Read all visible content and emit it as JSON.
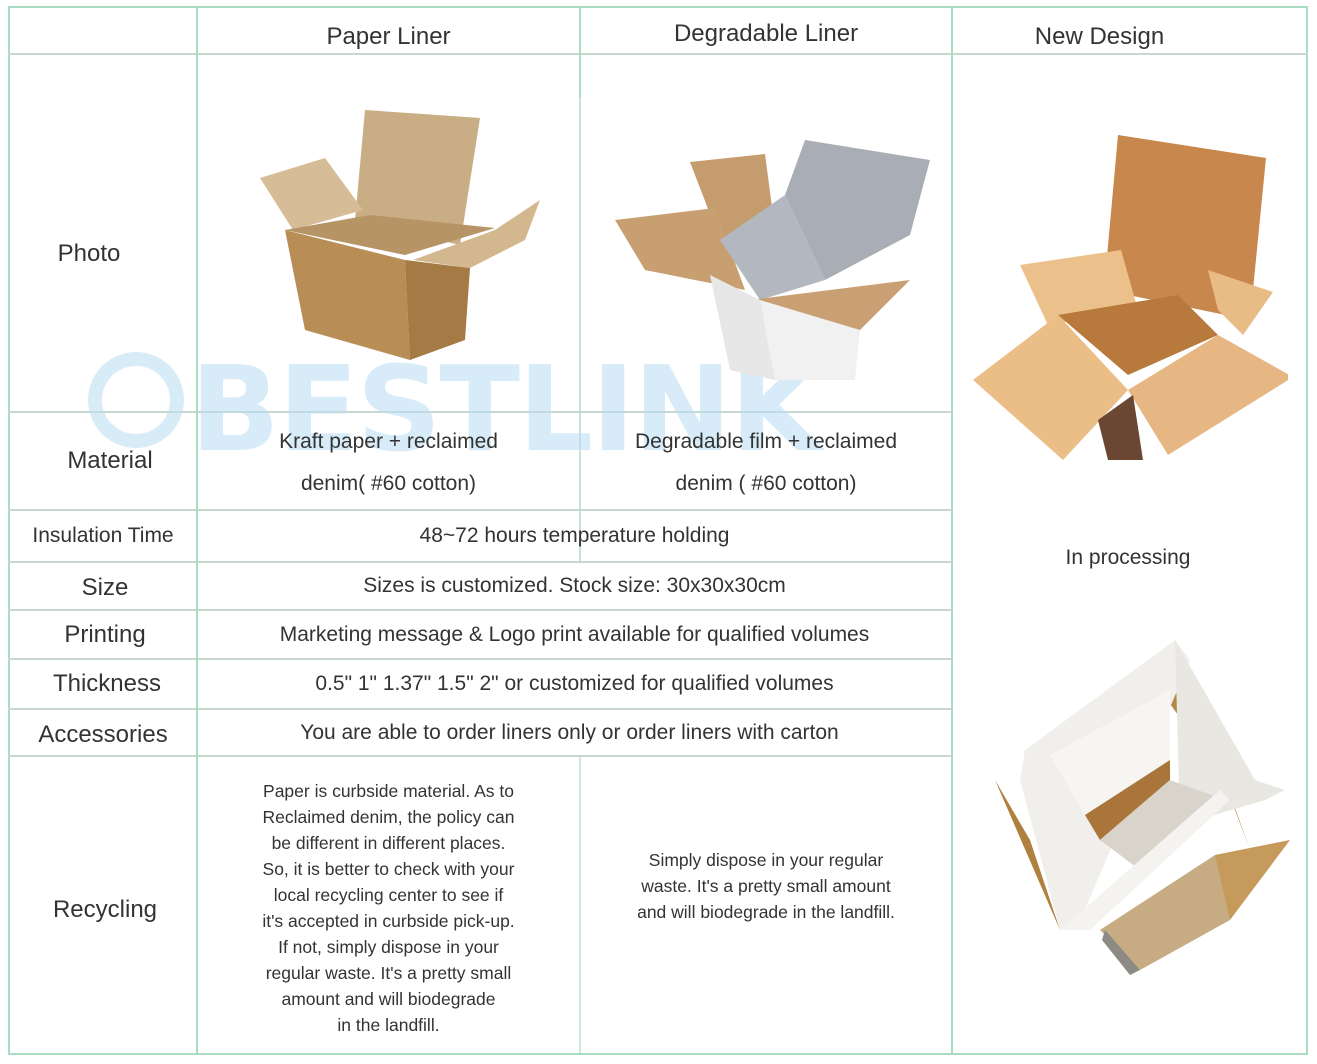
{
  "table": {
    "columns": [
      "",
      "Paper Liner",
      "Degradable Liner",
      "New Design"
    ],
    "rows": {
      "photo": {
        "label": "Photo",
        "paper_liner_image": "kraft-paper-liner-box-photo",
        "degradable_liner_image": "degradable-film-liner-box-photo",
        "new_design_image": "new-design-kraft-liner-box-photo"
      },
      "material": {
        "label": "Material",
        "paper_liner": [
          "Kraft paper + reclaimed",
          "denim( #60 cotton)"
        ],
        "degradable_liner": [
          "Degradable film + reclaimed",
          "denim ( #60 cotton)"
        ]
      },
      "insulation_time": {
        "label": "Insulation Time",
        "value": "48~72 hours temperature holding"
      },
      "size": {
        "label": "Size",
        "value": "Sizes is customized. Stock size: 30x30x30cm"
      },
      "printing": {
        "label": "Printing",
        "value": "Marketing message & Logo print available for qualified volumes"
      },
      "thickness": {
        "label": "Thickness",
        "value": "0.5\" 1\" 1.37\" 1.5\" 2\" or customized for qualified volumes"
      },
      "accessories": {
        "label": "Accessories",
        "value": "You are able to order liners only or order liners with carton"
      },
      "recycling": {
        "label": "Recycling",
        "paper_liner": [
          "Paper is curbside material. As to",
          "Reclaimed denim, the policy can",
          "be different in different places.",
          "So, it is better to check with your",
          "local recycling center to see if",
          "it's accepted in curbside pick-up.",
          "If not, simply dispose in your",
          "regular waste. It's a pretty small",
          "amount and will biodegrade",
          "in the landfill."
        ],
        "degradable_liner": [
          "Simply dispose in your regular",
          "waste. It's a pretty small amount",
          "and will biodegrade in the landfill."
        ]
      }
    },
    "new_design": {
      "status": "In processing",
      "bottom_image": "new-design-white-foam-liner-box-photo"
    }
  },
  "watermark": {
    "text": "BESTLINK"
  },
  "colors": {
    "grid_vertical": "#a9dcc3",
    "grid_horizontal": "#c9d8cf",
    "watermark": "#b8dcf3",
    "text": "#333333"
  }
}
